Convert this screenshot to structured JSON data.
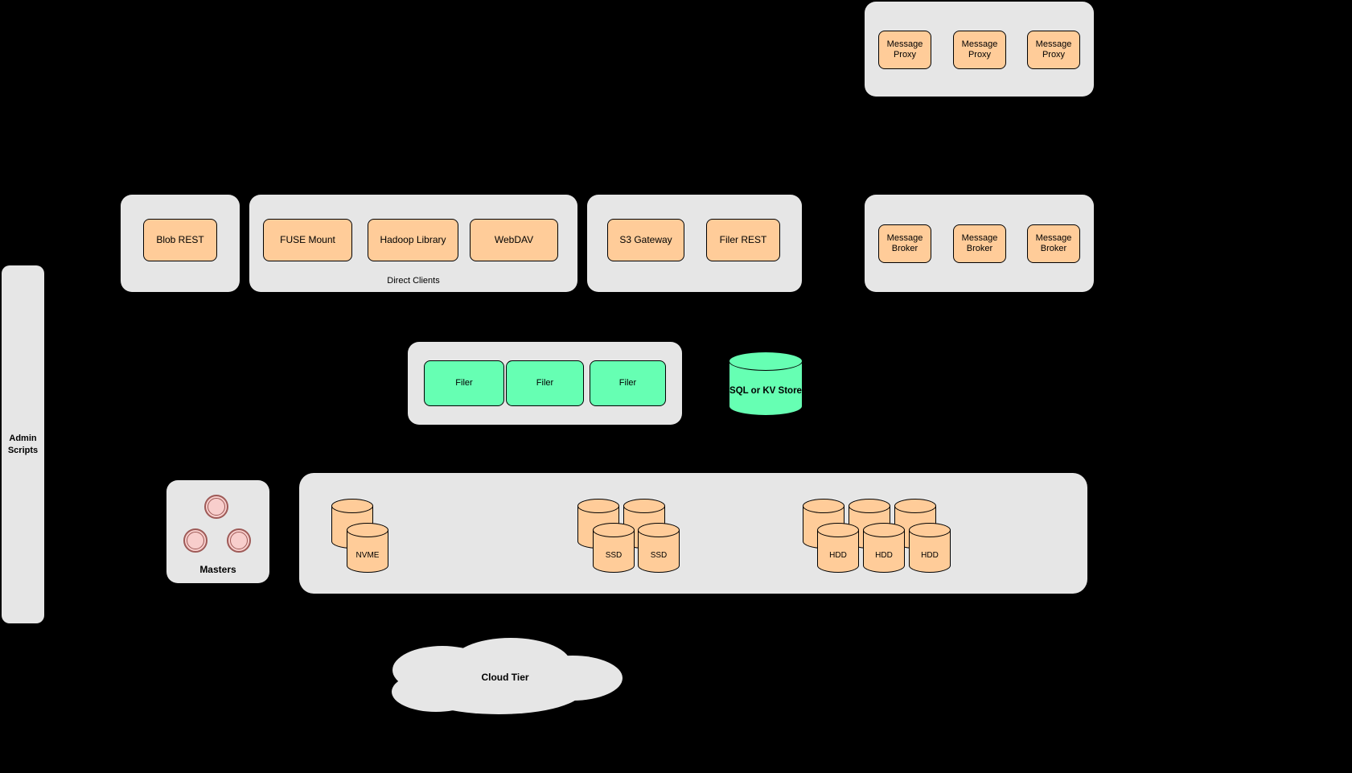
{
  "colors": {
    "background": "#000000",
    "panel_gray": "#e6e6e6",
    "node_orange": "#ffcc99",
    "node_green": "#66ffb3",
    "master_pink": "#f8cecc",
    "master_ring": "#9e5a57",
    "border": "#000000"
  },
  "admin_panel": {
    "label": "Admin Scripts"
  },
  "proxy_group": {
    "items": [
      "Message Proxy",
      "Message Proxy",
      "Message Proxy"
    ]
  },
  "blob_group": {
    "items": [
      "Blob REST"
    ]
  },
  "direct_clients_group": {
    "caption": "Direct Clients",
    "items": [
      "FUSE Mount",
      "Hadoop Library",
      "WebDAV"
    ]
  },
  "gateway_group": {
    "items": [
      "S3 Gateway",
      "Filer REST"
    ]
  },
  "broker_group": {
    "items": [
      "Message Broker",
      "Message Broker",
      "Message Broker"
    ]
  },
  "filer_group": {
    "items": [
      "Filer",
      "Filer",
      "Filer"
    ]
  },
  "store": {
    "label": "SQL or KV Store"
  },
  "masters": {
    "label": "Masters"
  },
  "volumes": {
    "nvme_label": "NVME",
    "ssd_labels": [
      "SSD",
      "SSD"
    ],
    "hdd_labels": [
      "HDD",
      "HDD",
      "HDD"
    ]
  },
  "cloud": {
    "label": "Cloud Tier"
  }
}
